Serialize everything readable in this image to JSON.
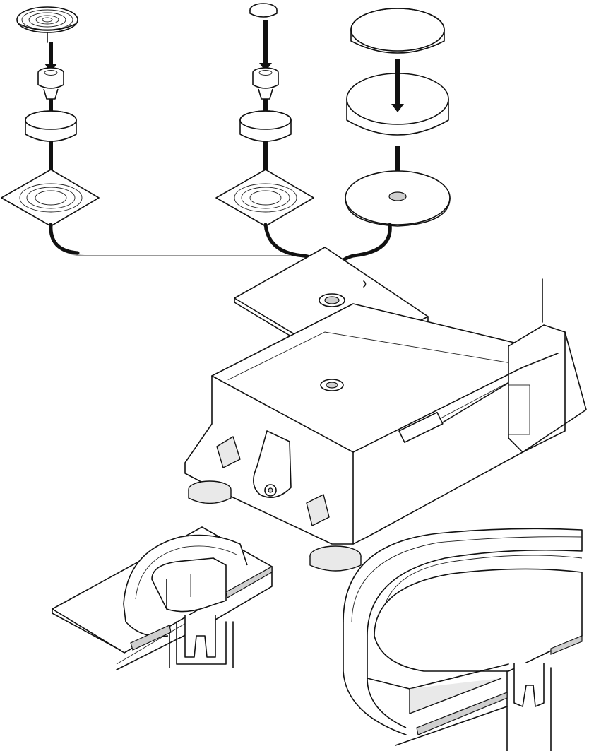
{
  "figure": {
    "background": "#ffffff",
    "line_color": "#111111",
    "assemblies": [
      {
        "id": "left",
        "parts": [
          "draft-shield-grid",
          "pan-support",
          "ring",
          "base-plate"
        ]
      },
      {
        "id": "middle",
        "parts": [
          "small-pan",
          "pan-support",
          "ring",
          "base-plate"
        ]
      },
      {
        "id": "right",
        "parts": [
          "lid",
          "ring-wall",
          "round-plate"
        ]
      }
    ],
    "details": [
      "cutaway-small-pan-detail",
      "cutaway-large-pan-detail"
    ]
  }
}
